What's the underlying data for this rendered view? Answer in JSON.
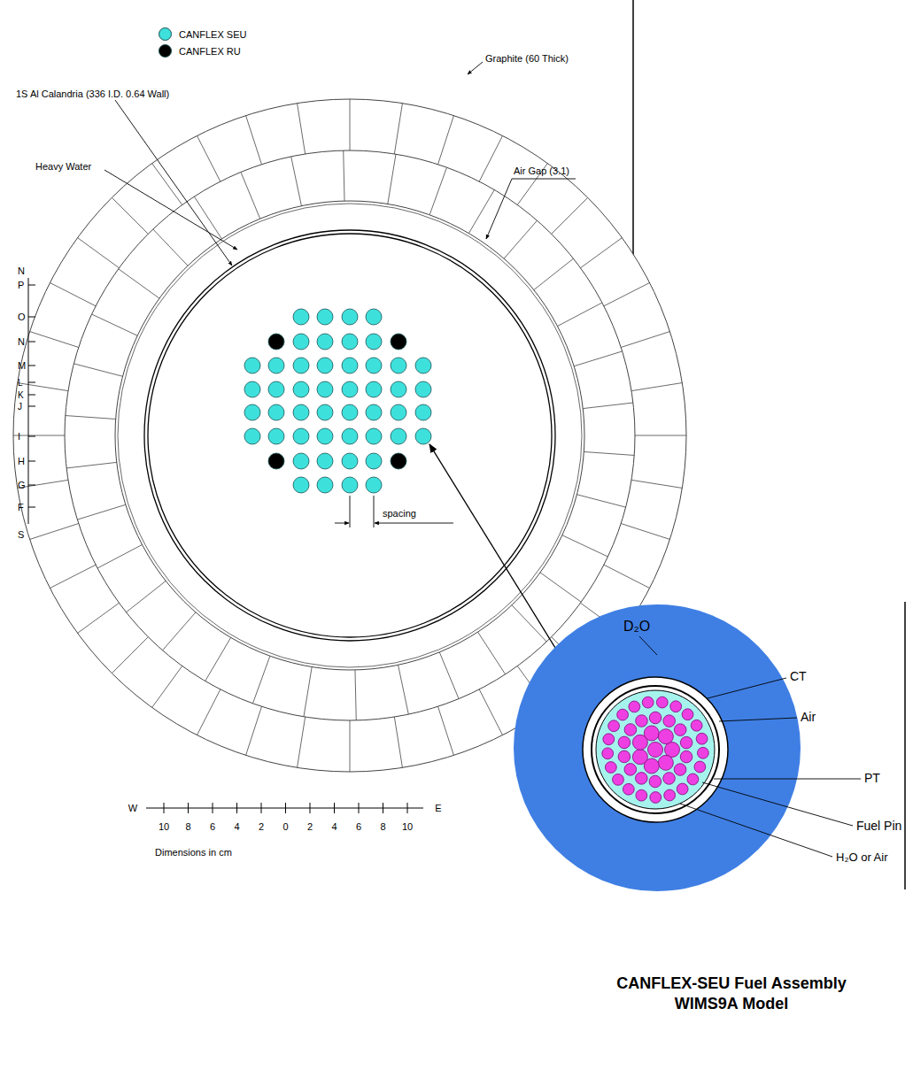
{
  "diagram": {
    "caption": "CANFLEX-SEU Fuel Assembly WIMS9A Model",
    "labels": [
      "Graphite (60 Thick)",
      "1S Al Calandria (336 I.D. 0.64 Wall)",
      "Air Gap (3.1)",
      "Heavy Water",
      "N",
      "P",
      "O",
      "N",
      "M",
      "L",
      "K",
      "J",
      "I",
      "H",
      "G",
      "F",
      "S",
      "spacing",
      "W",
      "10",
      "8",
      "6",
      "4",
      "2",
      "0",
      "2",
      "4",
      "6",
      "8",
      "10",
      "E",
      "Dimensions in cm",
      "D₂O",
      "CT",
      "Air",
      "PT",
      "Fuel Pin",
      "H₂O or Air"
    ],
    "legend": [
      {
        "text": "CANFLEX SEU",
        "color": "#3ee0dc"
      },
      {
        "text": "CANFLEX RU",
        "color": "#000000"
      }
    ]
  }
}
